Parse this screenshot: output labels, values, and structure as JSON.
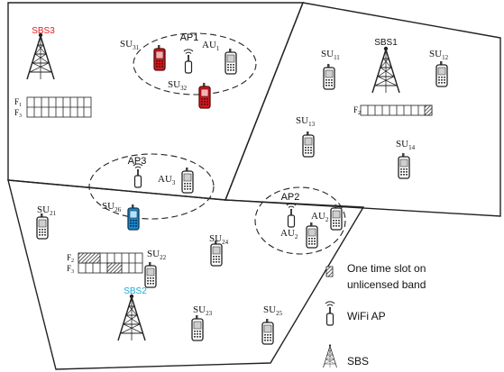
{
  "colors": {
    "line": "#222222",
    "red_phone": "#d0181f",
    "blue_phone": "#1e88c9",
    "sbs3_label": "#e01e1e",
    "sbs2_label": "#20a8d8",
    "hatch": "#444444"
  },
  "cells": {
    "sbs1": {
      "label": "SBS1"
    },
    "sbs2": {
      "label": "SBS2"
    },
    "sbs3": {
      "label": "SBS3"
    }
  },
  "aps": {
    "ap1": "AP1",
    "ap2": "AP2",
    "ap3": "AP3"
  },
  "users": {
    "su11": {
      "base": "SU",
      "sub": "11"
    },
    "su12": {
      "base": "SU",
      "sub": "12"
    },
    "su13": {
      "base": "SU",
      "sub": "13"
    },
    "su14": {
      "base": "SU",
      "sub": "14"
    },
    "su21": {
      "base": "SU",
      "sub": "21"
    },
    "su22": {
      "base": "SU",
      "sub": "22"
    },
    "su23": {
      "base": "SU",
      "sub": "23"
    },
    "su24": {
      "base": "SU",
      "sub": "24"
    },
    "su25": {
      "base": "SU",
      "sub": "25"
    },
    "su26": {
      "base": "SU",
      "sub": "26"
    },
    "su31": {
      "base": "SU",
      "sub": "31"
    },
    "su32": {
      "base": "SU",
      "sub": "32"
    },
    "au1": {
      "base": "AU",
      "sub": "1"
    },
    "au2a": {
      "base": "AU",
      "sub": "2"
    },
    "au2b": {
      "base": "AU",
      "sub": "2"
    },
    "au3": {
      "base": "AU",
      "sub": "3"
    }
  },
  "frames": {
    "f1_base": "F",
    "f1_sub": "1",
    "f2_base": "F",
    "f2_sub": "2",
    "f3_base": "F",
    "f3_sub": "3"
  },
  "legend": {
    "slot_line1": "One time slot on",
    "slot_line2": "unlicensed band",
    "wifi_ap": "WiFi AP",
    "sbs": "SBS"
  }
}
